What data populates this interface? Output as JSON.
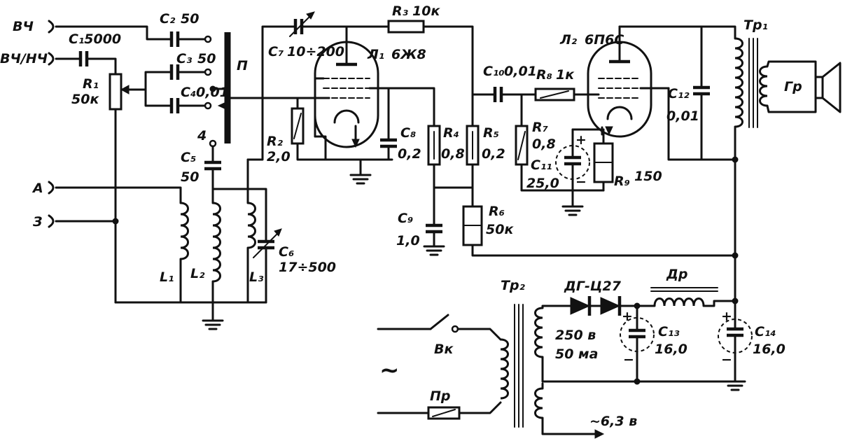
{
  "inputs": {
    "vch": "ВЧ",
    "vch_nch": "ВЧ/НЧ",
    "antenna": "А",
    "ground": "З",
    "tap4": "4"
  },
  "components": {
    "c1": {
      "ref": "C₁5000"
    },
    "c2": {
      "ref": "C₂",
      "value": "50"
    },
    "c3": {
      "ref": "C₃",
      "value": "50"
    },
    "c4": {
      "ref": "C₄",
      "value": "0,01"
    },
    "c5": {
      "ref": "C₅",
      "value": "50"
    },
    "c6": {
      "ref": "C₆",
      "value": "17÷500"
    },
    "c7": {
      "ref": "C₇",
      "value": "10÷200"
    },
    "c8": {
      "ref": "C₈",
      "value": "0,2"
    },
    "c9": {
      "ref": "C₉",
      "value": "1,0"
    },
    "c10": {
      "ref": "C₁₀",
      "value": "0,01"
    },
    "c11": {
      "ref": "C₁₁",
      "value": "25,0"
    },
    "c12": {
      "ref": "C₁₂",
      "value": "0,01"
    },
    "c13": {
      "ref": "C₁₃",
      "value": "16,0"
    },
    "c14": {
      "ref": "C₁₄",
      "value": "16,0"
    },
    "r1": {
      "ref": "R₁",
      "value": "50к"
    },
    "r2": {
      "ref": "R₂",
      "value": "2,0"
    },
    "r3": {
      "ref": "R₃",
      "value": "10к"
    },
    "r4": {
      "ref": "R₄",
      "value": "0,8"
    },
    "r5": {
      "ref": "R₅",
      "value": "0,2"
    },
    "r6": {
      "ref": "R₆",
      "value": "50к"
    },
    "r7": {
      "ref": "R₇",
      "value": "0,8"
    },
    "r8": {
      "ref": "R₈",
      "value": "1к"
    },
    "r9": {
      "ref": "R₉",
      "value": "150"
    },
    "l1": {
      "ref": "L₁"
    },
    "l2": {
      "ref": "L₂"
    },
    "l3": {
      "ref": "L₃"
    },
    "tube1": {
      "ref": "Л₁",
      "type": "6Ж8"
    },
    "tube2": {
      "ref": "Л₂",
      "type": "6П6С"
    },
    "switch_bar": {
      "ref": "П"
    },
    "tr1": {
      "ref": "Тр₁"
    },
    "tr2": {
      "ref": "Тр₂"
    },
    "speaker": {
      "ref": "Гр"
    },
    "diodes": {
      "ref": "ДГ-Ц27"
    },
    "choke": {
      "ref": "Др"
    },
    "power_switch": {
      "ref": "Вк"
    },
    "fuse": {
      "ref": "Пр"
    }
  },
  "power": {
    "secondary_rating_1": "250 в",
    "secondary_rating_2": "50 ма",
    "heater": "~6,3 в",
    "mains_symbol": "~",
    "plus_sign": "+",
    "minus_sign": "−"
  }
}
